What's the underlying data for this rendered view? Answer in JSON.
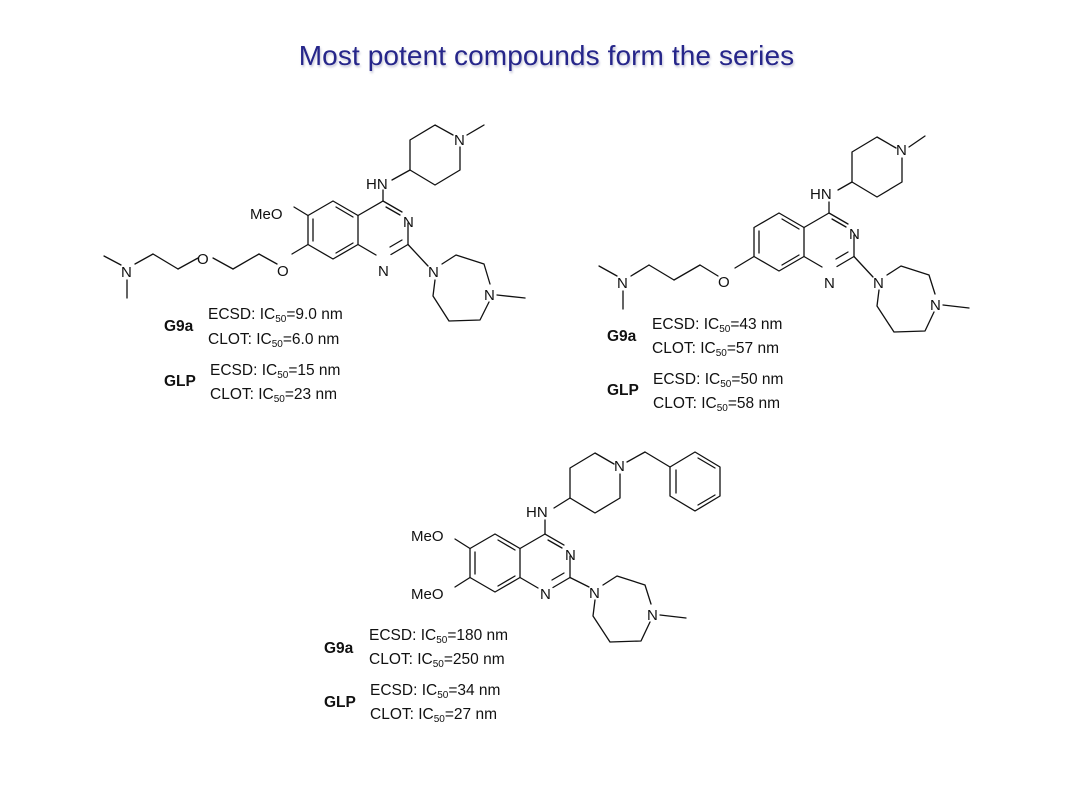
{
  "slide": {
    "title": "Most potent compounds form the series",
    "title_color": "#26268a"
  },
  "compounds": [
    {
      "id": "compound-1",
      "atom_labels": {
        "meo": "MeO",
        "o_ether": "O",
        "o_chain": "O",
        "n_dimethyl": "N",
        "hn": "HN",
        "n_pip": "N",
        "n3": "N",
        "n1": "N",
        "n_diaz1": "N",
        "n_diaz4": "N"
      },
      "assays": [
        {
          "target": "G9a",
          "rows": [
            {
              "method": "ECSD",
              "label": "IC",
              "sub": "50",
              "value": "=9.0 nm"
            },
            {
              "method": "CLOT",
              "label": "IC",
              "sub": "50",
              "value": "=6.0 nm"
            }
          ]
        },
        {
          "target": "GLP",
          "rows": [
            {
              "method": "ECSD",
              "label": "IC",
              "sub": "50",
              "value": "=15 nm"
            },
            {
              "method": "CLOT",
              "label": "IC",
              "sub": "50",
              "value": "=23 nm"
            }
          ]
        }
      ]
    },
    {
      "id": "compound-2",
      "atom_labels": {
        "o_ether": "O",
        "n_dimethyl": "N",
        "hn": "HN",
        "n_pip": "N",
        "n3": "N",
        "n1": "N",
        "n_diaz1": "N",
        "n_diaz4": "N"
      },
      "assays": [
        {
          "target": "G9a",
          "rows": [
            {
              "method": "ECSD",
              "label": "IC",
              "sub": "50",
              "value": "=43 nm"
            },
            {
              "method": "CLOT",
              "label": "IC",
              "sub": "50",
              "value": "=57 nm"
            }
          ]
        },
        {
          "target": "GLP",
          "rows": [
            {
              "method": "ECSD",
              "label": "IC",
              "sub": "50",
              "value": "=50 nm"
            },
            {
              "method": "CLOT",
              "label": "IC",
              "sub": "50",
              "value": "=58 nm"
            }
          ]
        }
      ]
    },
    {
      "id": "compound-3",
      "atom_labels": {
        "meo_top": "MeO",
        "meo_bottom": "MeO",
        "hn": "HN",
        "n_pip": "N",
        "n3": "N",
        "n1": "N",
        "n_diaz1": "N",
        "n_diaz4": "N"
      },
      "assays": [
        {
          "target": "G9a",
          "rows": [
            {
              "method": "ECSD",
              "label": "IC",
              "sub": "50",
              "value": "=180 nm"
            },
            {
              "method": "CLOT",
              "label": "IC",
              "sub": "50",
              "value": "=250 nm"
            }
          ]
        },
        {
          "target": "GLP",
          "rows": [
            {
              "method": "ECSD",
              "label": "IC",
              "sub": "50",
              "value": "=34 nm"
            },
            {
              "method": "CLOT",
              "label": "IC",
              "sub": "50",
              "value": "=27 nm"
            }
          ]
        }
      ]
    }
  ]
}
